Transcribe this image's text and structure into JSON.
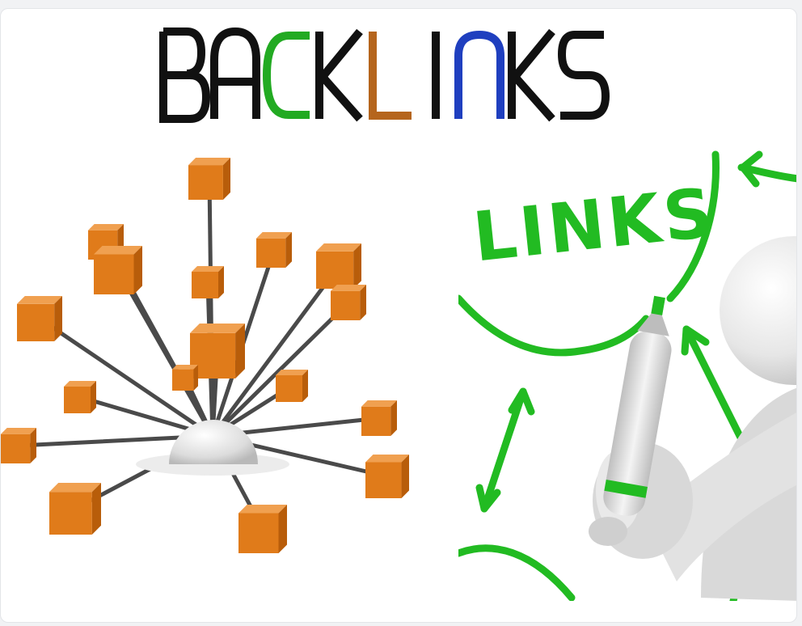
{
  "image": {
    "title_letters": [
      "B",
      "A",
      "C",
      "K",
      "L",
      "I",
      "N",
      "K",
      "S"
    ],
    "title_letter_colors": [
      "#111111",
      "#111111",
      "#22aa22",
      "#111111",
      "#b5651d",
      "#111111",
      "#1f3fbf",
      "#111111",
      "#111111"
    ],
    "right_panel_text": "LINKS",
    "colors": {
      "cube": "#e07b1a",
      "cube_dark": "#b85d0a",
      "green": "#22bb22",
      "hub": "#e8e8e8",
      "figure": "#e6e6e6"
    }
  }
}
